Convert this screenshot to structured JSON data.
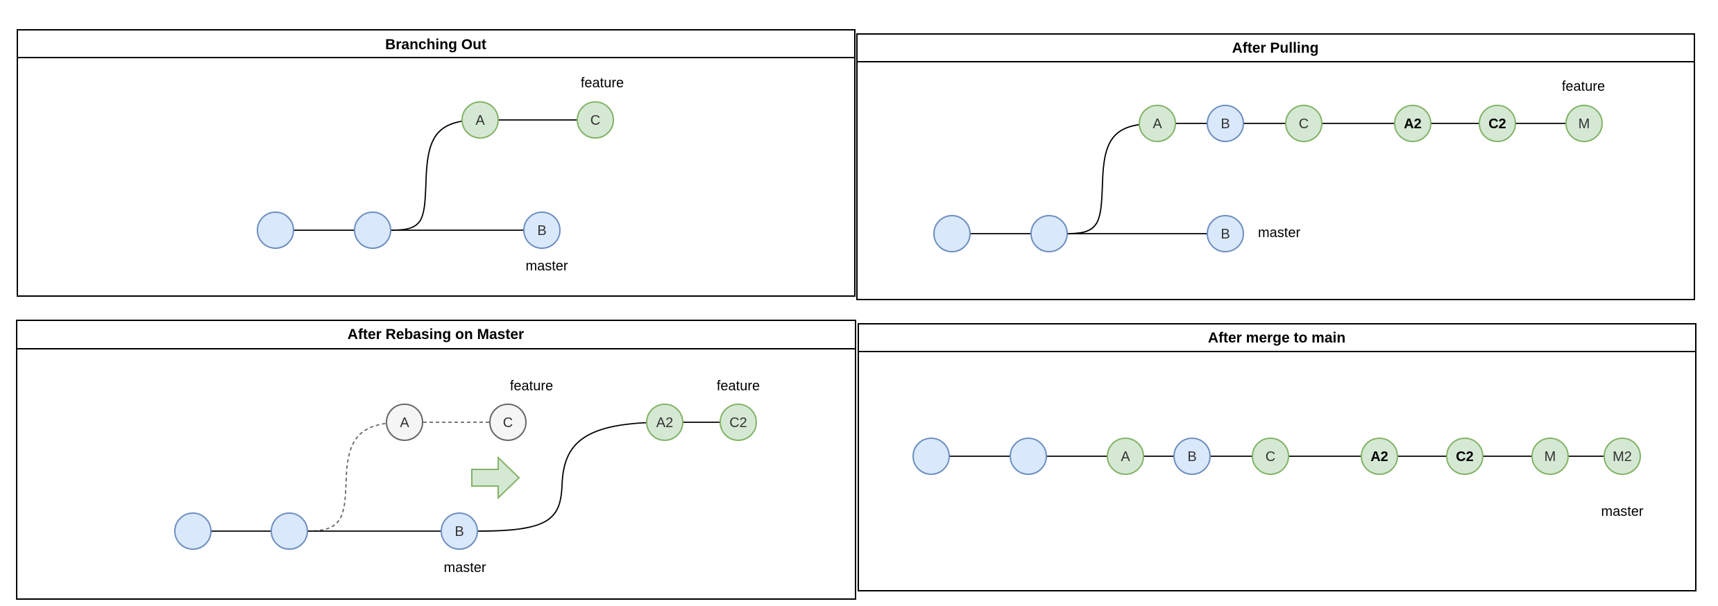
{
  "panels": {
    "branching": {
      "title": "Branching Out",
      "commits": [
        "",
        "",
        "A",
        "C",
        "B"
      ],
      "refs": {
        "feature": "feature",
        "master": "master"
      }
    },
    "pulling": {
      "title": "After Pulling",
      "commits": [
        "",
        "",
        "A",
        "B",
        "C",
        "A2",
        "C2",
        "M",
        "B"
      ],
      "refs": {
        "feature": "feature",
        "master": "master"
      }
    },
    "rebasing": {
      "title": "After Rebasing on Master",
      "commits": [
        "",
        "",
        "A",
        "C",
        "B",
        "A2",
        "C2"
      ],
      "refs": {
        "feature_old": "feature",
        "feature_new": "feature",
        "master": "master"
      }
    },
    "merge": {
      "title": "After merge to main",
      "commits": [
        "",
        "",
        "A",
        "B",
        "C",
        "A2",
        "C2",
        "M",
        "M2"
      ],
      "refs": {
        "master": "master"
      }
    }
  },
  "colors": {
    "main_commit_fill": "#dae8fc",
    "main_commit_stroke": "#6c8ebf",
    "feature_commit_fill": "#d5e8d4",
    "feature_commit_stroke": "#82b366",
    "old_commit_fill": "#f5f5f5",
    "old_commit_stroke": "#666666"
  }
}
